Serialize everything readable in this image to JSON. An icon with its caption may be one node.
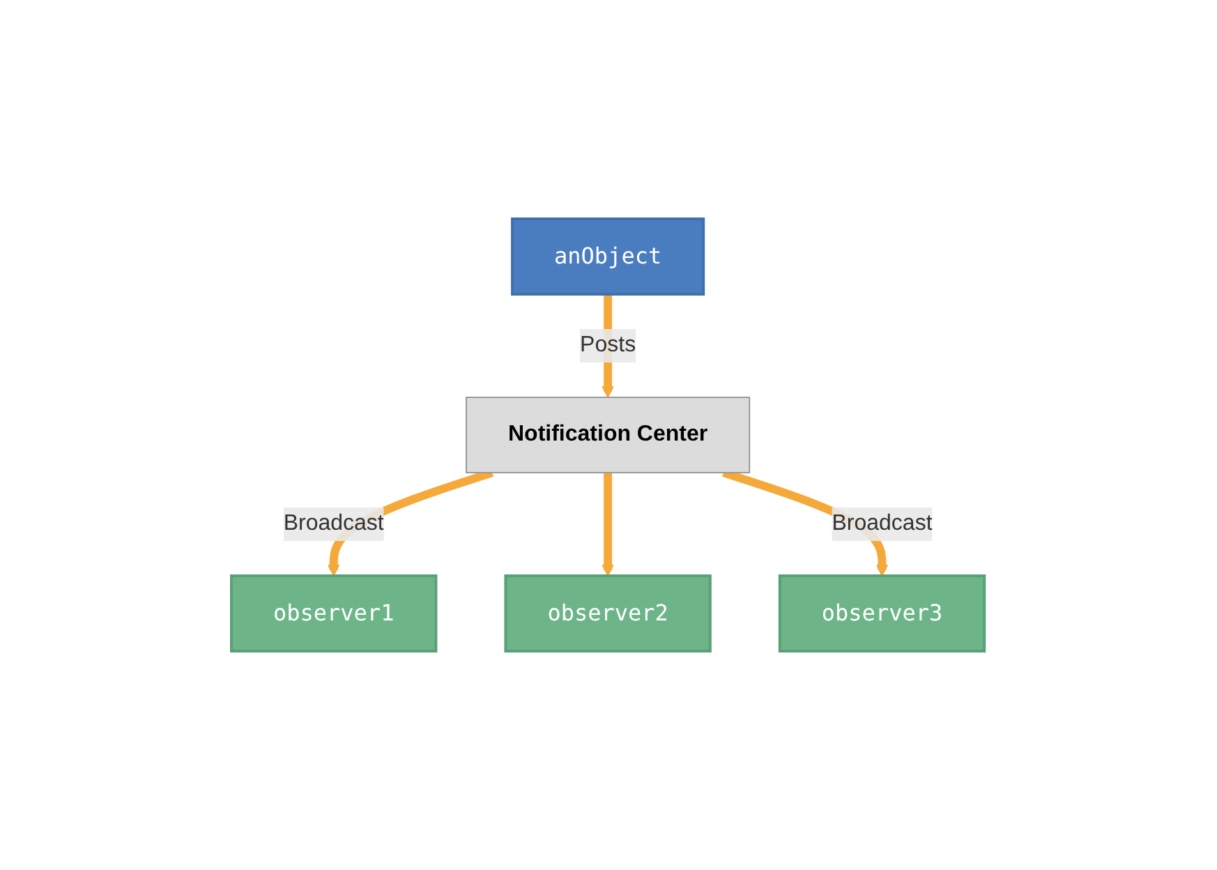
{
  "diagram": {
    "nodes": [
      {
        "text": [
          "anObject"
        ]
      },
      {
        "text": [
          "Notification Center"
        ]
      },
      {
        "text": [
          "observer1"
        ]
      },
      {
        "text": [
          "observer2"
        ]
      },
      {
        "text": [
          "observer3"
        ]
      }
    ],
    "edges": [
      {
        "from": 0,
        "to": 1,
        "arrow": "to",
        "label": "Posts"
      },
      {
        "from": 1,
        "to": 2,
        "arrow": "to",
        "label": "Broadcast"
      },
      {
        "from": 1,
        "to": 3,
        "arrow": "to"
      },
      {
        "from": 1,
        "to": 4,
        "arrow": "to",
        "label": "Broadcast"
      }
    ]
  }
}
